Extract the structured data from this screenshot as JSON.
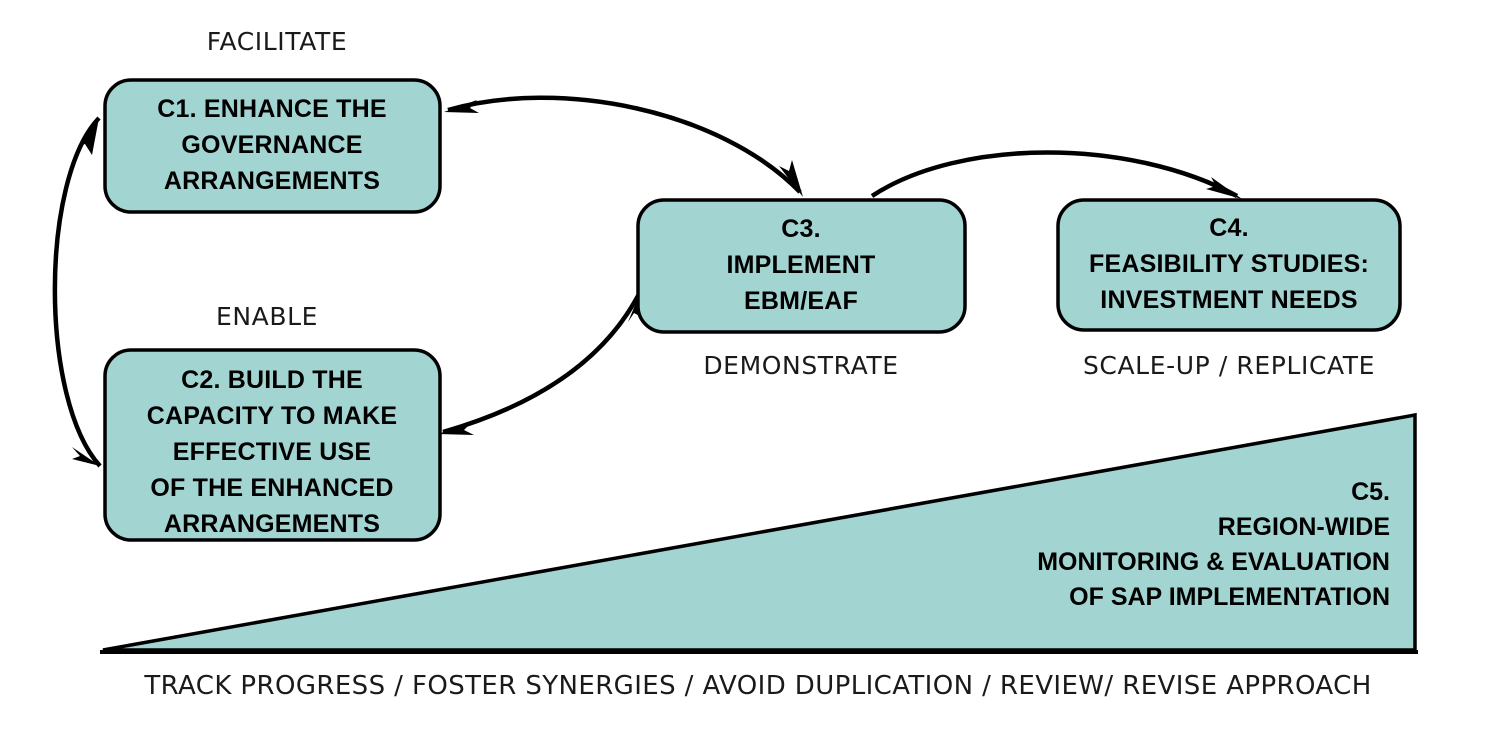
{
  "diagram": {
    "title": "SAP implementation components diagram",
    "colors": {
      "box_fill": "#a2d5d2",
      "stroke": "#000000",
      "background": "#ffffff",
      "text": "#000000"
    },
    "boxes": [
      {
        "id": "c1",
        "stage_label": "FACILITATE",
        "lines": [
          "C1. ENHANCE THE",
          "GOVERNANCE",
          "ARRANGEMENTS"
        ]
      },
      {
        "id": "c2",
        "stage_label": "ENABLE",
        "lines": [
          "C2. BUILD THE",
          "CAPACITY TO MAKE",
          "EFFECTIVE USE",
          "OF THE ENHANCED",
          "ARRANGEMENTS"
        ]
      },
      {
        "id": "c3",
        "stage_label": "DEMONSTRATE",
        "lines": [
          "C3.",
          "IMPLEMENT",
          "EBM/EAF"
        ]
      },
      {
        "id": "c4",
        "stage_label": "SCALE-UP / REPLICATE",
        "lines": [
          "C4.",
          "FEASIBILITY STUDIES:",
          "INVESTMENT NEEDS"
        ]
      }
    ],
    "triangle": {
      "id": "c5",
      "lines": [
        "C5.",
        "REGION-WIDE",
        "MONITORING & EVALUATION",
        "OF SAP IMPLEMENTATION"
      ]
    },
    "caption": "TRACK PROGRESS / FOSTER SYNERGIES / AVOID DUPLICATION / REVIEW/ REVISE APPROACH",
    "connectors": [
      {
        "id": "c1-c2",
        "from": "c1",
        "to": "c2",
        "direction": "bidirectional"
      },
      {
        "id": "c1-c3",
        "from": "c1",
        "to": "c3",
        "direction": "bidirectional"
      },
      {
        "id": "c2-c3",
        "from": "c2",
        "to": "c3",
        "direction": "bidirectional"
      },
      {
        "id": "c3-c4",
        "from": "c3",
        "to": "c4",
        "direction": "unidirectional"
      }
    ]
  }
}
